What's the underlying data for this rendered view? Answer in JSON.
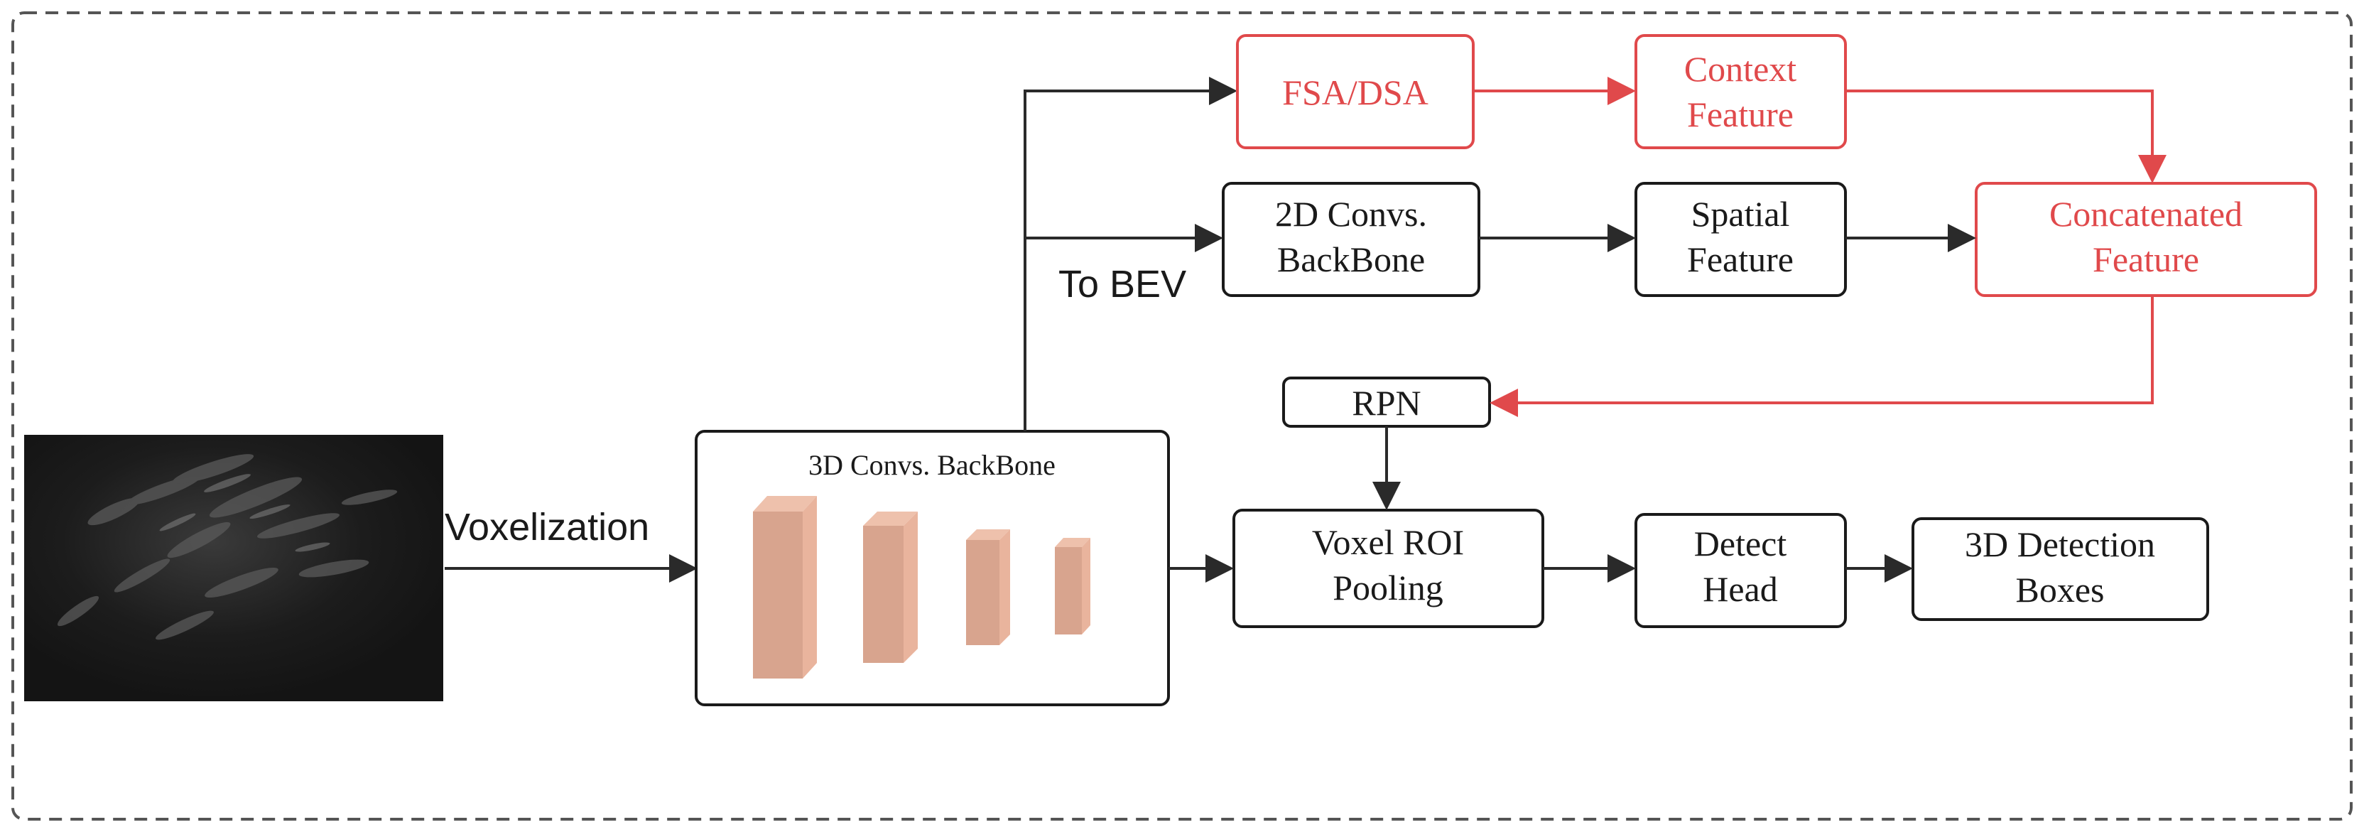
{
  "nodes": {
    "fsa_dsa": {
      "lines": [
        "FSA/DSA"
      ]
    },
    "context_feature": {
      "lines": [
        "Context",
        "Feature"
      ]
    },
    "conv2d": {
      "lines": [
        "2D Convs.",
        "BackBone"
      ]
    },
    "spatial_feature": {
      "lines": [
        "Spatial",
        "Feature"
      ]
    },
    "concatenated_feature": {
      "lines": [
        "Concatenated",
        "Feature"
      ]
    },
    "rpn": {
      "lines": [
        "RPN"
      ]
    },
    "conv3d": {
      "title": "3D Convs. BackBone"
    },
    "voxel_roi": {
      "lines": [
        "Voxel ROI",
        "Pooling"
      ]
    },
    "detect_head": {
      "lines": [
        "Detect",
        "Head"
      ]
    },
    "detection_boxes": {
      "lines": [
        "3D Detection",
        "Boxes"
      ]
    }
  },
  "edge_labels": {
    "voxelization": "Voxelization",
    "to_bev": "To BEV"
  },
  "colors": {
    "highlight": "#e0494b",
    "default": "#1a1a1a",
    "cube_front": "#d8a48e",
    "cube_side": "#eec1ac"
  }
}
